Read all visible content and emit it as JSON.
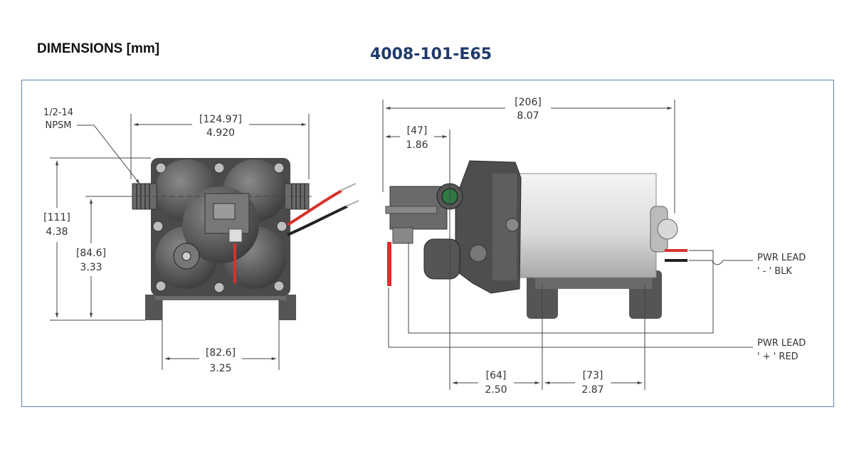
{
  "header": {
    "title": "DIMENSIONS [mm]",
    "model": "4008-101-E65"
  },
  "colors": {
    "model_text": "#1f3a6b",
    "frame_border": "#5a85b5",
    "dim_line": "#444444",
    "pump_body": "#5b5b5b",
    "motor": "#e0e0e0",
    "wire_red": "#d6322b",
    "wire_black": "#222222"
  },
  "front_view": {
    "thread_label_1": "1/2-14",
    "thread_label_2": "NPSM",
    "width_mm": "[124.97]",
    "width_in": "4.920",
    "height_mm": "[111]",
    "height_in": "4.38",
    "center_height_mm": "[84.6]",
    "center_height_in": "3.33",
    "base_width_mm": "[82.6]",
    "base_width_in": "3.25"
  },
  "side_view": {
    "length_mm": "[206]",
    "length_in": "8.07",
    "head_mm": "[47]",
    "head_in": "1.86",
    "spacing1_mm": "[64]",
    "spacing1_in": "2.50",
    "spacing2_mm": "[73]",
    "spacing2_in": "2.87",
    "neg_lead_1": "PWR LEAD",
    "neg_lead_2": "' - ' BLK",
    "pos_lead_1": "PWR LEAD",
    "pos_lead_2": "' + ' RED"
  }
}
